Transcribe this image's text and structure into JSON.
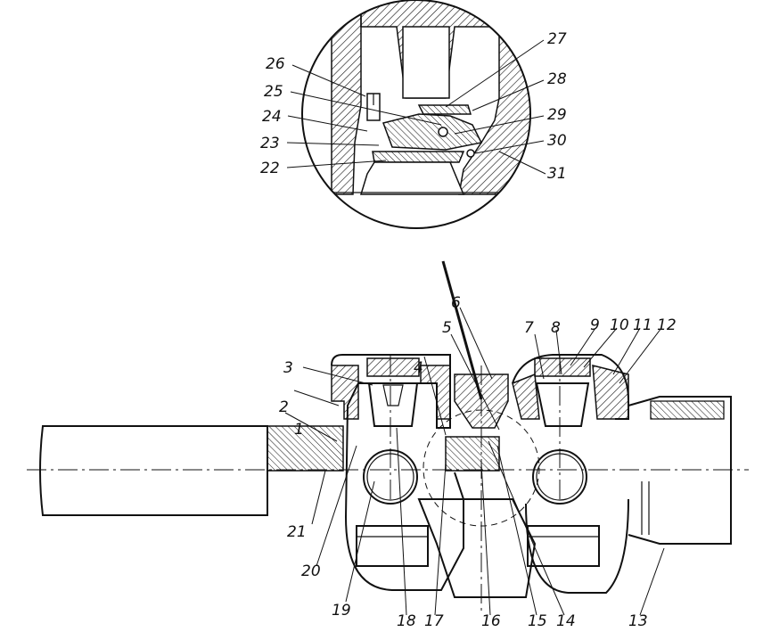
{
  "drawing": {
    "callouts": [
      "1",
      "2",
      "3",
      "4",
      "5",
      "6",
      "7",
      "8",
      "9",
      "10",
      "11",
      "12",
      "13",
      "14",
      "15",
      "16",
      "17",
      "18",
      "19",
      "20",
      "21",
      "22",
      "23",
      "24",
      "25",
      "26",
      "27",
      "28",
      "29",
      "30",
      "31"
    ]
  },
  "colors": {
    "ink": "#111111",
    "background": "#ffffff"
  }
}
